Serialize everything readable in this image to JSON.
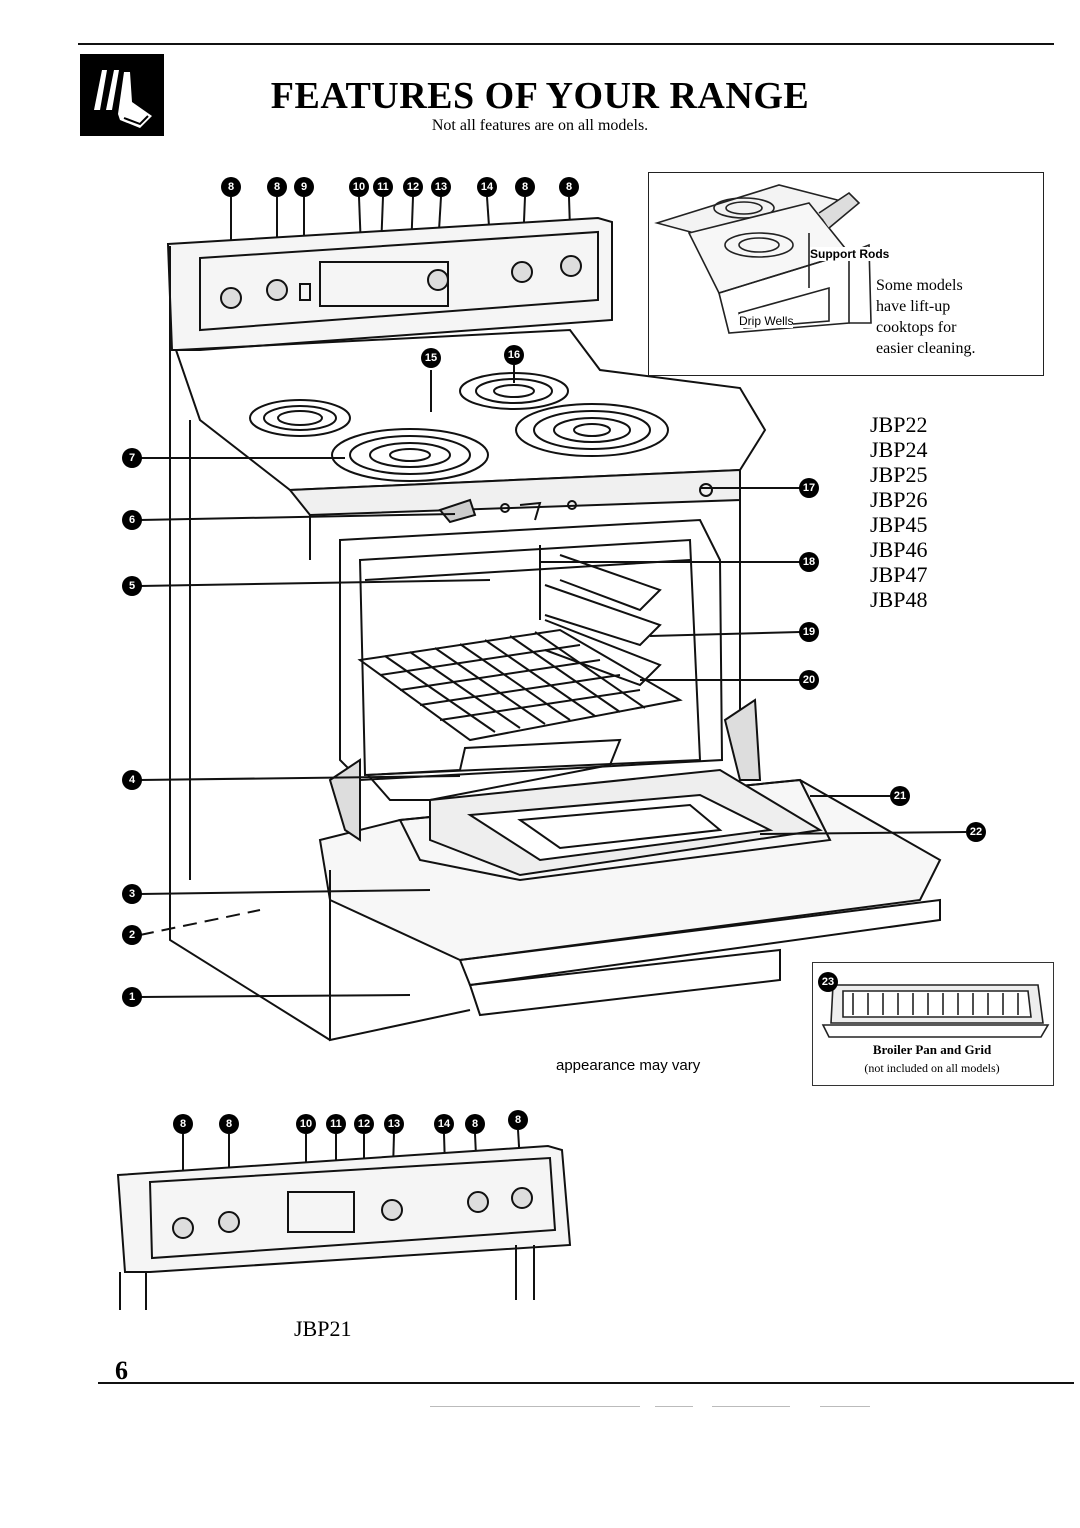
{
  "header": {
    "title": "FEATURES OF YOUR RANGE",
    "subtitle": "Not all features are on all models."
  },
  "inset": {
    "label_support_rods": "Support Rods",
    "label_drip_wells": "Drip Wells",
    "note_lines": [
      "Some models",
      "have lift-up",
      "cooktops for",
      "easier cleaning."
    ]
  },
  "models": [
    "JBP22",
    "JBP24",
    "JBP25",
    "JBP26",
    "JBP45",
    "JBP46",
    "JBP47",
    "JBP48"
  ],
  "callouts_top_panel": [
    "8",
    "8",
    "9",
    "10",
    "11",
    "12",
    "13",
    "14",
    "8",
    "8"
  ],
  "callouts_cooktop": [
    "15",
    "16"
  ],
  "callouts_left": [
    "7",
    "6",
    "5",
    "4",
    "3",
    "2",
    "1"
  ],
  "callouts_right": [
    "17",
    "18",
    "19",
    "20",
    "21",
    "22"
  ],
  "callout_broiler": "23",
  "broiler": {
    "caption": "Broiler Pan and Grid",
    "subcaption": "(not included on all models)"
  },
  "appearance_note": "appearance may vary",
  "callouts_bottom_panel": [
    "8",
    "8",
    "10",
    "11",
    "12",
    "13",
    "14",
    "8",
    "8"
  ],
  "bottom_model": "JBP21",
  "page_number": "6"
}
